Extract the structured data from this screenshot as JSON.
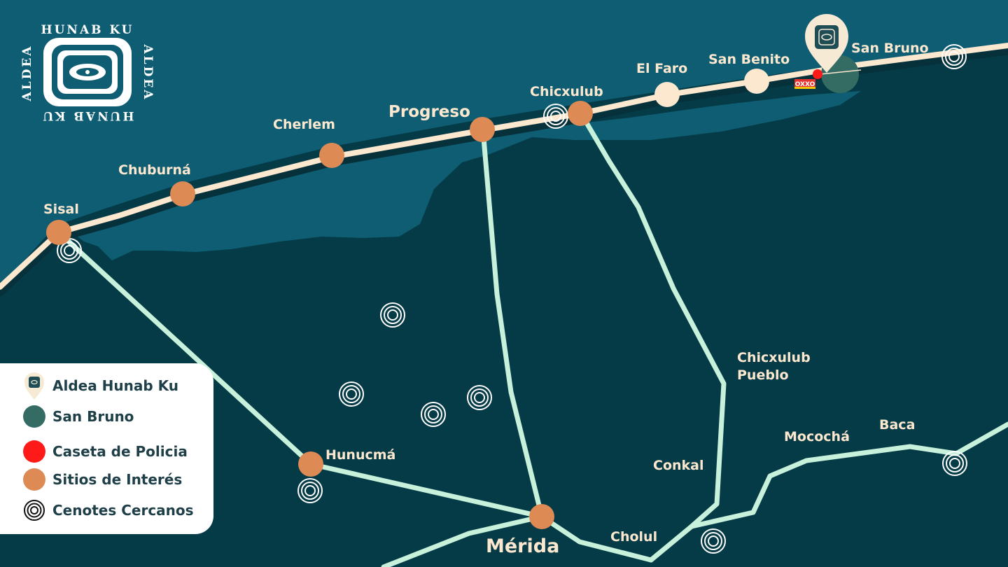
{
  "logo": {
    "top_text": "HUNAB KU",
    "bottom_text": "HUNAB KU",
    "left_text": "ALDEA",
    "right_text": "ALDEA"
  },
  "colors": {
    "sea": "#0f5d73",
    "land": "#043b47",
    "coastal_road": "#fbe8cf",
    "inland_road": "#c8f1dc",
    "site": "#dd8a55",
    "town_minor": "#fbe8cf",
    "san_bruno": "#346b62",
    "police": "#ff1a1a"
  },
  "places": {
    "sisal": "Sisal",
    "chuburna": "Chuburná",
    "cherlem": "Cherlem",
    "progreso": "Progreso",
    "chicxulub": "Chicxulub",
    "el_faro": "El Faro",
    "san_benito": "San Benito",
    "san_bruno": "San Bruno",
    "chicxulub_pueblo_1": "Chicxulub",
    "chicxulub_pueblo_2": "Pueblo",
    "hunucma": "Hunucmá",
    "merida": "Mérida",
    "conkal": "Conkal",
    "cholul": "Cholul",
    "mococha": "Mocochá",
    "baca": "Baca"
  },
  "store_badge": "OXXO",
  "legend": {
    "items": [
      {
        "label": "Aldea Hunab Ku",
        "icon": "aldea-pin-icon"
      },
      {
        "label": "San Bruno",
        "icon": "green-circle-icon"
      },
      {
        "label": "Caseta de Policia",
        "icon": "red-circle-icon"
      },
      {
        "label": "Sitios de Interés",
        "icon": "orange-circle-icon"
      },
      {
        "label": "Cenotes Cercanos",
        "icon": "cenote-rings-icon"
      }
    ]
  }
}
